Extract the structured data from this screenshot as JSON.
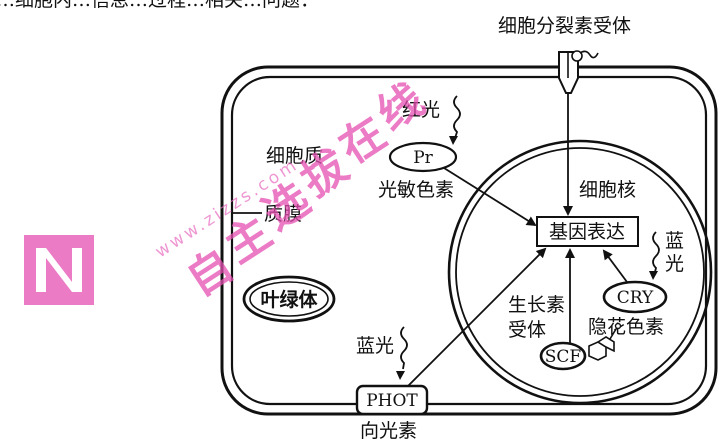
{
  "header_fragment": "…细胞内…信息…过程…相关…问题：",
  "labels": {
    "cytokinin_receptor": "细胞分裂素受体",
    "red_light": "红光",
    "cytoplasm": "细胞质",
    "pr": "Pr",
    "photosensitive_pigment": "光敏色素",
    "nucleus": "细胞核",
    "gene_expression": "基因表达",
    "plasma_membrane": "质膜",
    "blue_light_right_1": "蓝",
    "blue_light_right_2": "光",
    "chloroplast": "叶绿体",
    "auxin_receptor_1": "生长素",
    "auxin_receptor_2": "受体",
    "cry": "CRY",
    "cryptochrome": "隐花色素",
    "blue_light_left": "蓝光",
    "scf": "SCF",
    "phot": "PHOT",
    "phototropin": "向光素"
  },
  "watermark": {
    "chars": [
      "自",
      "主",
      "选",
      "拔",
      "在",
      "线"
    ],
    "url": "www.zizzs.com",
    "logo_letter": "N"
  },
  "colors": {
    "ink": "#111111",
    "watermark_pink": "#e64fb2"
  }
}
